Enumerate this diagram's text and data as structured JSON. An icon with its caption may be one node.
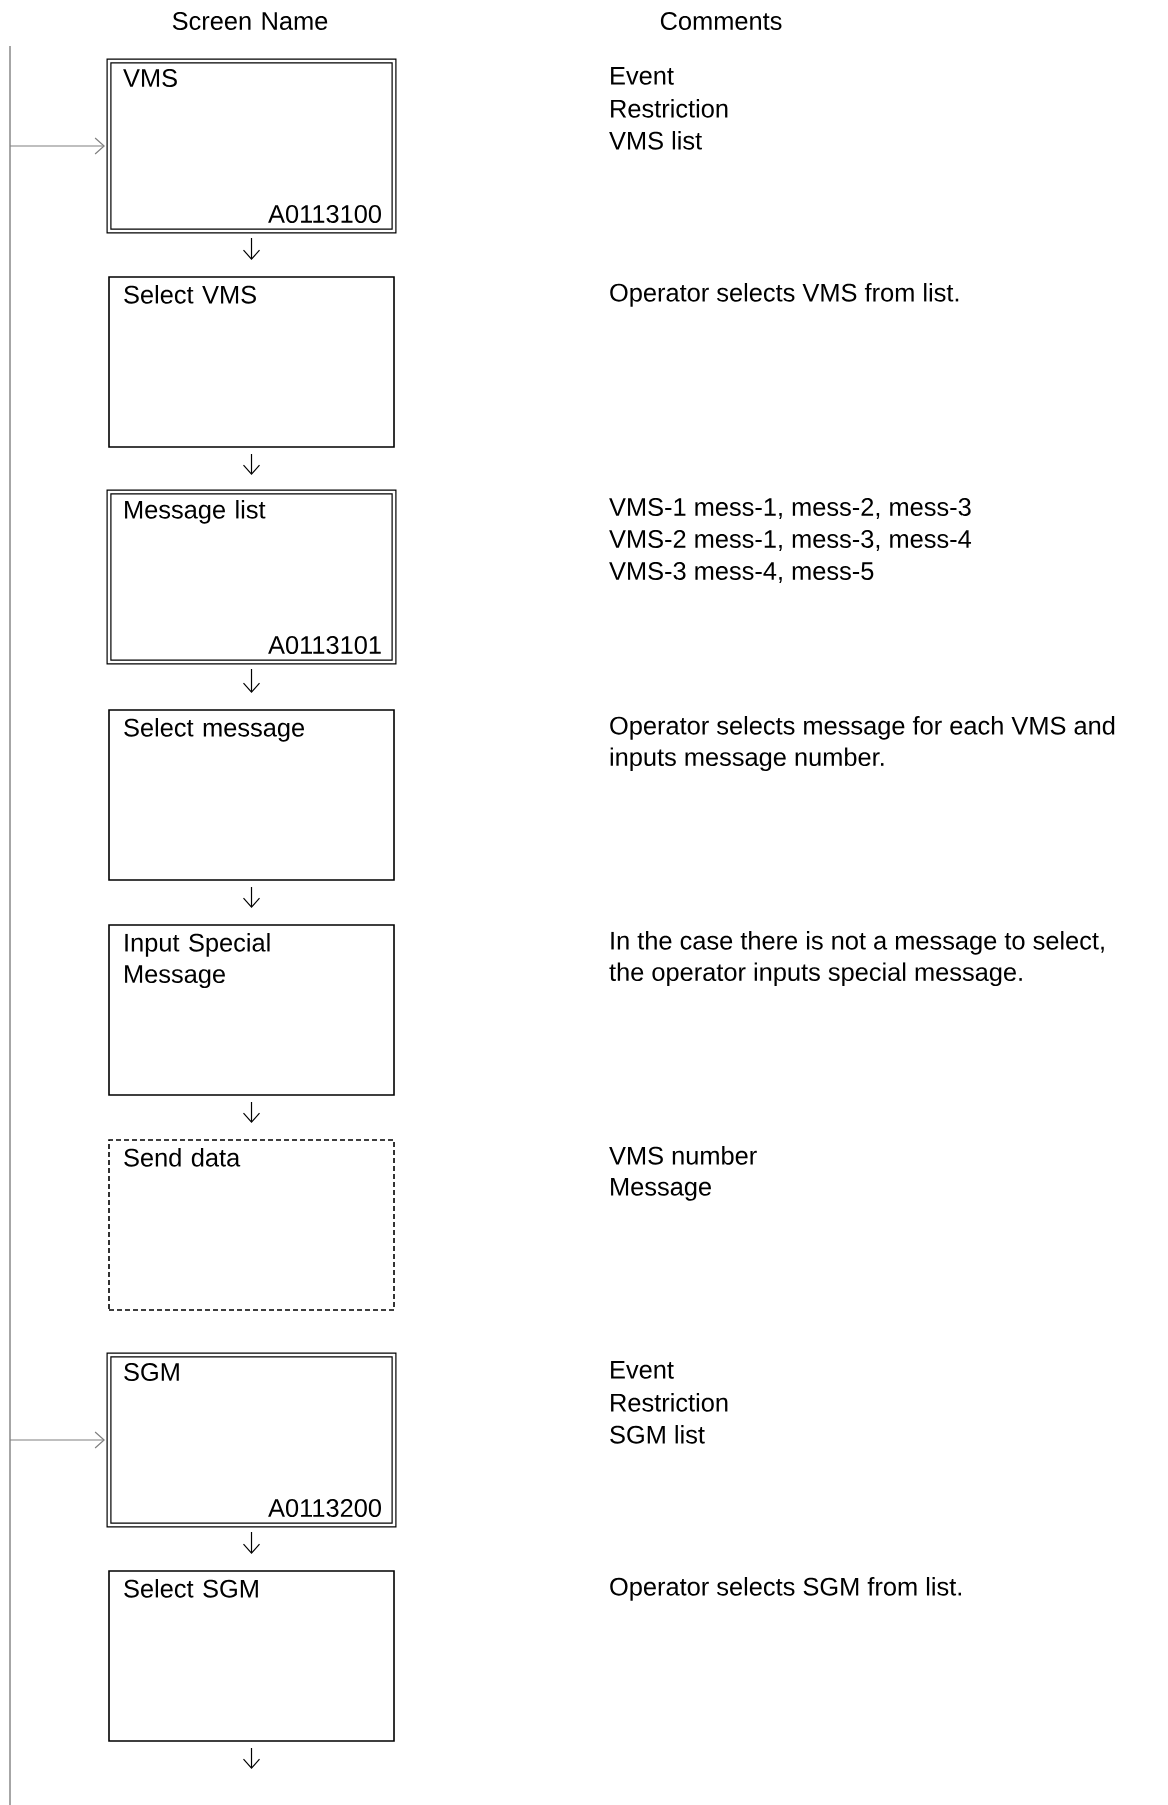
{
  "diagram": {
    "nodes": [
      {
        "text": [
          "VMS",
          "A0113100"
        ]
      },
      {
        "text": [
          "Select VMS"
        ]
      },
      {
        "text": [
          "Message list",
          "A0113101"
        ]
      },
      {
        "text": [
          "Select message"
        ]
      },
      {
        "text": [
          "Input Special Message"
        ]
      },
      {
        "text": [
          "Send data"
        ]
      },
      {
        "text": [
          "SGM",
          "A0113200"
        ]
      },
      {
        "text": [
          "Select SGM"
        ]
      }
    ],
    "edges": [
      {
        "from": 0,
        "to": 1,
        "arrow": "to"
      },
      {
        "from": 1,
        "to": 2,
        "arrow": "to"
      },
      {
        "from": 2,
        "to": 3,
        "arrow": "to"
      },
      {
        "from": 3,
        "to": 4,
        "arrow": "to"
      },
      {
        "from": 4,
        "to": 5,
        "arrow": "to"
      },
      {
        "from": 6,
        "to": 7,
        "arrow": "to"
      },
      {
        "from": 7,
        "to": null,
        "arrow": "to"
      },
      {
        "from": null,
        "to": 0,
        "arrow": "to",
        "color": "#808080"
      },
      {
        "from": null,
        "to": 6,
        "arrow": "to",
        "color": "#808080"
      }
    ],
    "labels": [
      "Screen Name",
      "Comments",
      "Event",
      "Restriction",
      "VMS list",
      "Operator selects VMS from list.",
      "VMS-1 mess-1, mess-2, mess-3",
      "VMS-2 mess-1, mess-3, mess-4",
      "VMS-3 mess-4, mess-5",
      "Operator selects message for each VMS and inputs message number.",
      "In the case there is not a message to select, the operator inputs special message.",
      "VMS number",
      "Message",
      "Event",
      "Restriction",
      "SGM list",
      "Operator selects SGM from list."
    ]
  }
}
